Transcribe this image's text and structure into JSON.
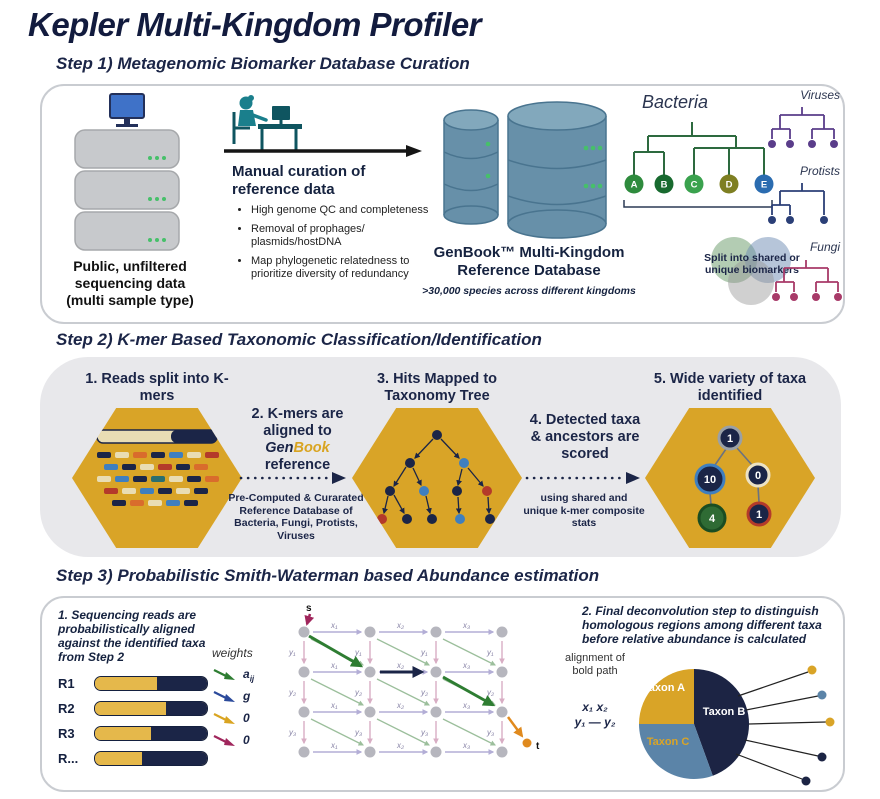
{
  "page": {
    "title": "Kepler Multi-Kingdom Profiler"
  },
  "colors": {
    "navy": "#1b2547",
    "gold": "#d9a427",
    "steel_blue": "#5b84a8",
    "teal": "#1a7f8c",
    "green": "#2e7d32",
    "magenta": "#a0265c",
    "orange": "#e08a1e",
    "red": "#b43a2a",
    "blue": "#3f7fbf",
    "panel_gray": "#e8e8eb"
  },
  "step1": {
    "heading": "Step 1) Metagenomic Biomarker Database Curation",
    "source_caption": "Public, unfiltered sequencing data",
    "source_caption2": "(multi sample type)",
    "curation_title": "Manual curation of reference data",
    "curation_bullets": [
      "High genome QC and completeness",
      "Removal of prophages/ plasmids/hostDNA",
      "Map phylogenetic relatedness to prioritize diversity of redundancy"
    ],
    "genbook_title": "GenBook™ Multi-Kingdom Reference Database",
    "genbook_subtitle": ">30,000 species across different kingdoms",
    "bacteria_label": "Bacteria",
    "bacteria_leaves": [
      "A",
      "B",
      "C",
      "D",
      "E"
    ],
    "viruses_label": "Viruses",
    "protists_label": "Protists",
    "fungi_label": "Fungi",
    "venn_caption": "Split into shared or unique biomarkers"
  },
  "step2": {
    "heading": "Step 2) K-mer Based Taxonomic Classification/Identification",
    "node1_title": "1. Reads split into K-mers",
    "node2_line1": "2. K-mers are",
    "node2_line2": "aligned to",
    "node2_brand_gen": "Gen",
    "node2_brand_book": "Book",
    "node2_line3": "reference",
    "node2_note": "Pre-Computed & Curarated Reference Database of Bacteria, Fungi, Protists, Viruses",
    "node3_title": "3. Hits Mapped to Taxonomy Tree",
    "node4_title": "4. Detected taxa & ancestors are scored",
    "node4_note": "using shared and unique k-mer composite stats",
    "node5_title": "5. Wide variety of taxa identified",
    "node5_values": [
      "1",
      "10",
      "0",
      "4",
      "1"
    ]
  },
  "step3": {
    "heading": "Step 3) Probabilistic Smith-Waterman based Abundance estimation",
    "note1": "1. Sequencing reads are probabilistically aligned against the identified taxa from Step 2",
    "reads": [
      "R1",
      "R2",
      "R3",
      "R..."
    ],
    "weights_label": "weights",
    "weights": [
      {
        "main": "a",
        "sub": "ij"
      },
      {
        "main": "g",
        "sub": ""
      },
      {
        "main": "0",
        "sub": ""
      },
      {
        "main": "0",
        "sub": ""
      }
    ],
    "lattice": {
      "s_label": "s",
      "t_label": "t",
      "x_labels": [
        "x₁",
        "x₂",
        "x₃"
      ],
      "y_labels": [
        "y₁",
        "y₂",
        "y₃"
      ]
    },
    "alignment_caption": "alignment of bold path",
    "alignment_row1": "x₁  x₂",
    "alignment_row2": "y₁ — y₂",
    "note2": "2. Final deconvolution step to distinguish homologous regions among different taxa before relative abundance is calculated",
    "pie_labels": {
      "a": "Taxon A",
      "b": "Taxon B",
      "c": "Taxon C"
    }
  }
}
